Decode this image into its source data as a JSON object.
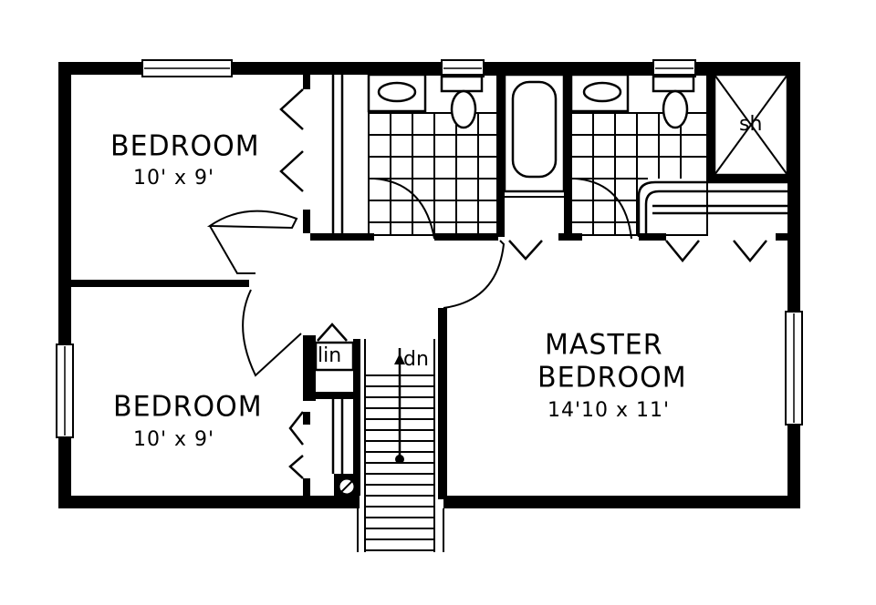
{
  "rooms": {
    "bedroom_top": {
      "name": "BEDROOM",
      "size": "10' x 9'"
    },
    "bedroom_bottom": {
      "name": "BEDROOM",
      "size": "10' x 9'"
    },
    "master": {
      "name_line1": "MASTER",
      "name_line2": "BEDROOM",
      "size": "14'10 x 11'"
    }
  },
  "labels": {
    "linen": "lin",
    "stairs_down": "dn",
    "shower": "sh"
  }
}
